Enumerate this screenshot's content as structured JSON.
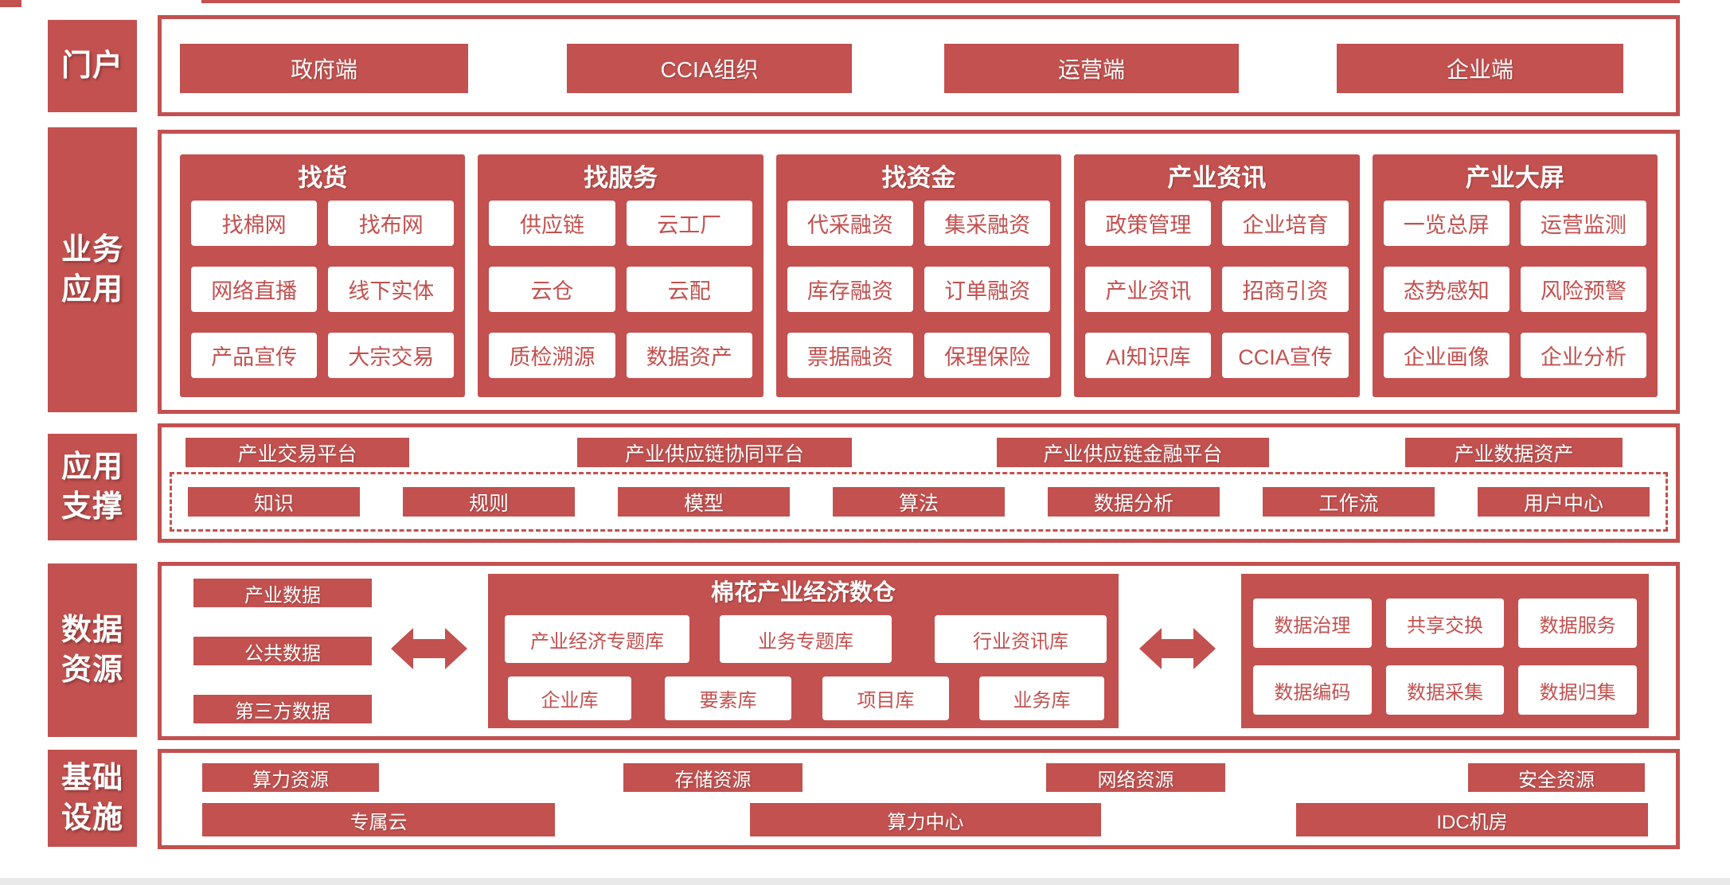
{
  "colors": {
    "red": "#C2514F",
    "background": "#FFFFFF",
    "divider_gray": "#E9E9E9"
  },
  "sidebar": {
    "items": [
      {
        "label": "门户"
      },
      {
        "label": "业务\n应用"
      },
      {
        "label": "应用\n支撑"
      },
      {
        "label": "数据\n资源"
      },
      {
        "label": "基础\n设施"
      }
    ]
  },
  "portal": {
    "buttons": [
      "政府端",
      "CCIA组织",
      "运营端",
      "企业端"
    ]
  },
  "business": {
    "columns": [
      {
        "title": "找货",
        "items": [
          "找棉网",
          "找布网",
          "网络直播",
          "线下实体",
          "产品宣传",
          "大宗交易"
        ]
      },
      {
        "title": "找服务",
        "items": [
          "供应链",
          "云工厂",
          "云仓",
          "云配",
          "质检溯源",
          "数据资产"
        ]
      },
      {
        "title": "找资金",
        "items": [
          "代采融资",
          "集采融资",
          "库存融资",
          "订单融资",
          "票据融资",
          "保理保险"
        ]
      },
      {
        "title": "产业资讯",
        "items": [
          "政策管理",
          "企业培育",
          "产业资讯",
          "招商引资",
          "AI知识库",
          "CCIA宣传"
        ]
      },
      {
        "title": "产业大屏",
        "items": [
          "一览总屏",
          "运营监测",
          "态势感知",
          "风险预警",
          "企业画像",
          "企业分析"
        ]
      }
    ]
  },
  "support": {
    "platforms": [
      "产业交易平台",
      "产业供应链协同平台",
      "产业供应链金融平台",
      "产业数据资产"
    ],
    "capabilities": [
      "知识",
      "规则",
      "模型",
      "算法",
      "数据分析",
      "工作流",
      "用户中心"
    ]
  },
  "data_resources": {
    "sources": [
      "产业数据",
      "公共数据",
      "第三方数据"
    ],
    "warehouse": {
      "title": "棉花产业经济数仓",
      "row1": [
        "产业经济专题库",
        "业务专题库",
        "行业资讯库"
      ],
      "row2": [
        "企业库",
        "要素库",
        "项目库",
        "业务库"
      ]
    },
    "governance": [
      "数据治理",
      "共享交换",
      "数据服务",
      "数据编码",
      "数据采集",
      "数据归集"
    ]
  },
  "infrastructure": {
    "row1": [
      "算力资源",
      "存储资源",
      "网络资源",
      "安全资源"
    ],
    "row2": [
      "专属云",
      "算力中心",
      "IDC机房"
    ]
  }
}
